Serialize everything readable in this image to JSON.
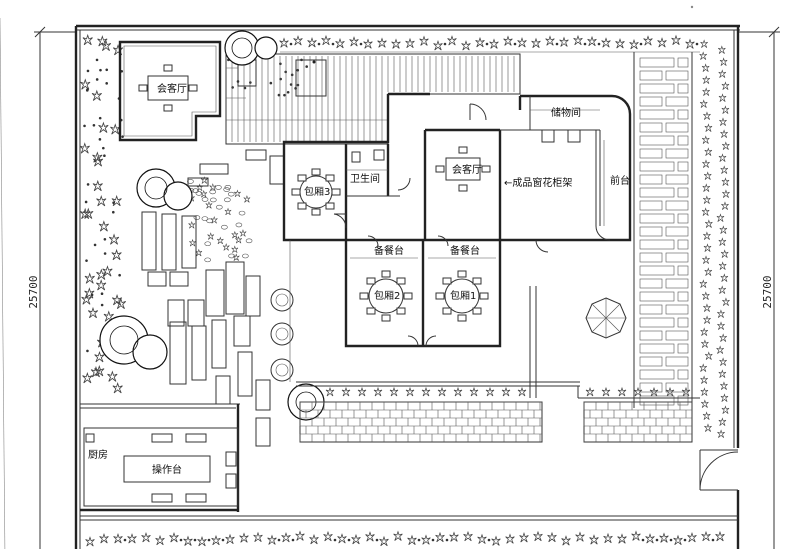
{
  "drawing": {
    "dimension_left": "25700",
    "dimension_right": "25700"
  },
  "rooms": {
    "vip_lounge": "会客厅",
    "reception": "会客厅",
    "storage": "储物间",
    "restroom": "卫生间",
    "private_room_3": "包厢3",
    "private_room_2": "包厢2",
    "private_room_1": "包厢1",
    "pantry_left": "备餐台",
    "pantry_right": "备餐台",
    "display_cabinet": "←成品窗花柜架",
    "front_desk": "前台",
    "kitchen": "厨房",
    "work_counter": "操作台"
  }
}
